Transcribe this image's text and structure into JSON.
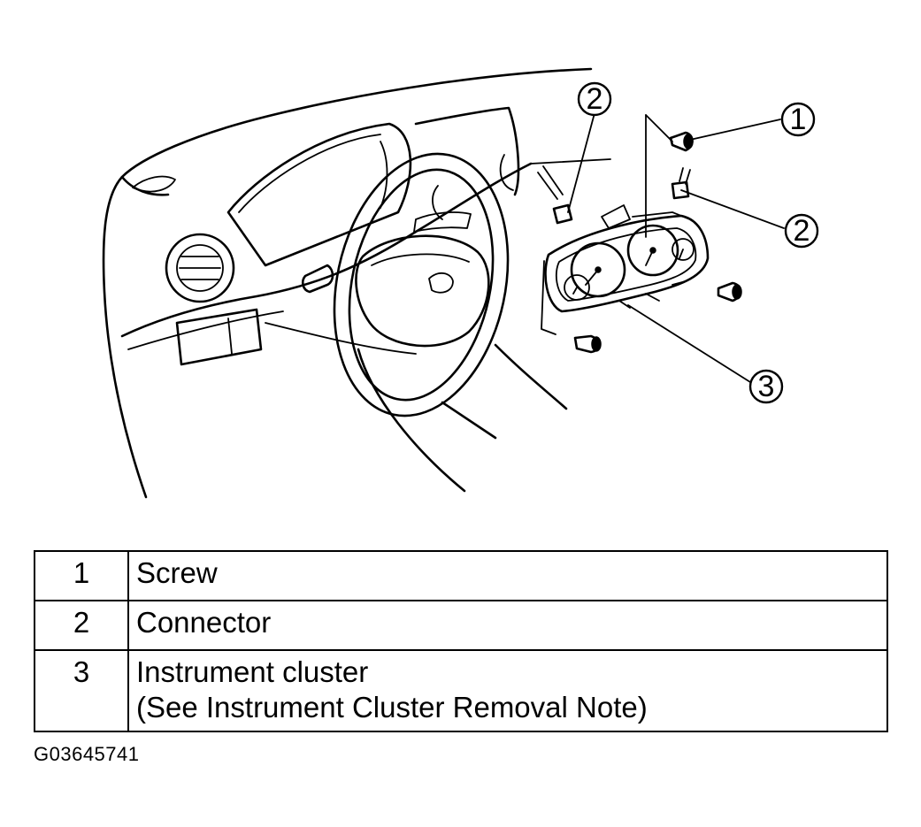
{
  "callouts": [
    "1",
    "2",
    "3"
  ],
  "legend": [
    {
      "number": "1",
      "lines": [
        "Screw"
      ]
    },
    {
      "number": "2",
      "lines": [
        "Connector"
      ]
    },
    {
      "number": "3",
      "lines": [
        "Instrument cluster",
        "(See Instrument Cluster Removal Note)"
      ]
    }
  ],
  "figure_id": "G03645741"
}
